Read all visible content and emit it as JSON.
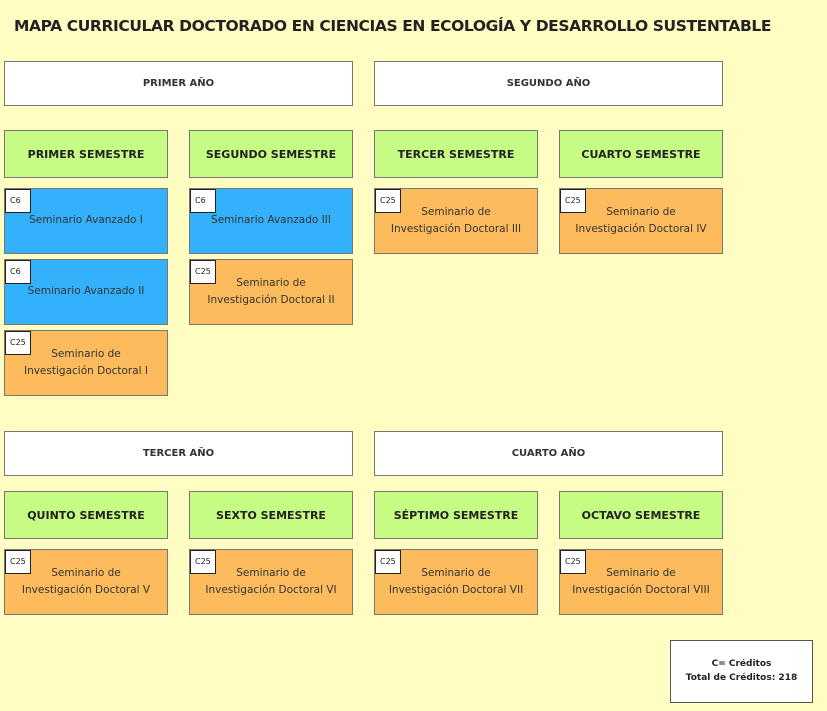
{
  "title": "MAPA CURRICULAR DOCTORADO EN CIENCIAS EN ECOLOGÍA Y DESARROLLO SUSTENTABLE",
  "years": [
    "PRIMER AÑO",
    "SEGUNDO AÑO",
    "TERCER AÑO",
    "CUARTO AÑO"
  ],
  "semesters": [
    "PRIMER SEMESTRE",
    "SEGUNDO SEMESTRE",
    "TERCER SEMESTRE",
    "CUARTO SEMESTRE",
    "QUINTO SEMESTRE",
    "SEXTO SEMESTRE",
    "SÉPTIMO SEMESTRE",
    "OCTAVO SEMESTRE"
  ],
  "courses": [
    {
      "code": "C6",
      "name": "Seminario Avanzado I",
      "color": "#33b1fb"
    },
    {
      "code": "C6",
      "name": "Seminario Avanzado II",
      "color": "#33b1fb"
    },
    {
      "code": "C25",
      "name": "Seminario de Investigación Doctoral I",
      "color": "#fcbb5c"
    },
    {
      "code": "C6",
      "name": "Seminario Avanzado III",
      "color": "#33b1fb"
    },
    {
      "code": "C25",
      "name": "Seminario de Investigación Doctoral II",
      "color": "#fcbb5c"
    },
    {
      "code": "C25",
      "name": "Seminario de Investigación Doctoral III",
      "color": "#fcbb5c"
    },
    {
      "code": "C25",
      "name": "Seminario de Investigación Doctoral IV",
      "color": "#fcbb5c"
    },
    {
      "code": "C25",
      "name": "Seminario de Investigación Doctoral V",
      "color": "#fcbb5c"
    },
    {
      "code": "C25",
      "name": "Seminario de Investigación Doctoral VI",
      "color": "#fcbb5c"
    },
    {
      "code": "C25",
      "name": "Seminario de Investigación Doctoral VII",
      "color": "#fcbb5c"
    },
    {
      "code": "C25",
      "name": "Seminario de Investigación Doctoral VIII",
      "color": "#fcbb5c"
    }
  ],
  "legend": {
    "line1": "C= Créditos",
    "line2": "Total de Créditos: 218"
  }
}
